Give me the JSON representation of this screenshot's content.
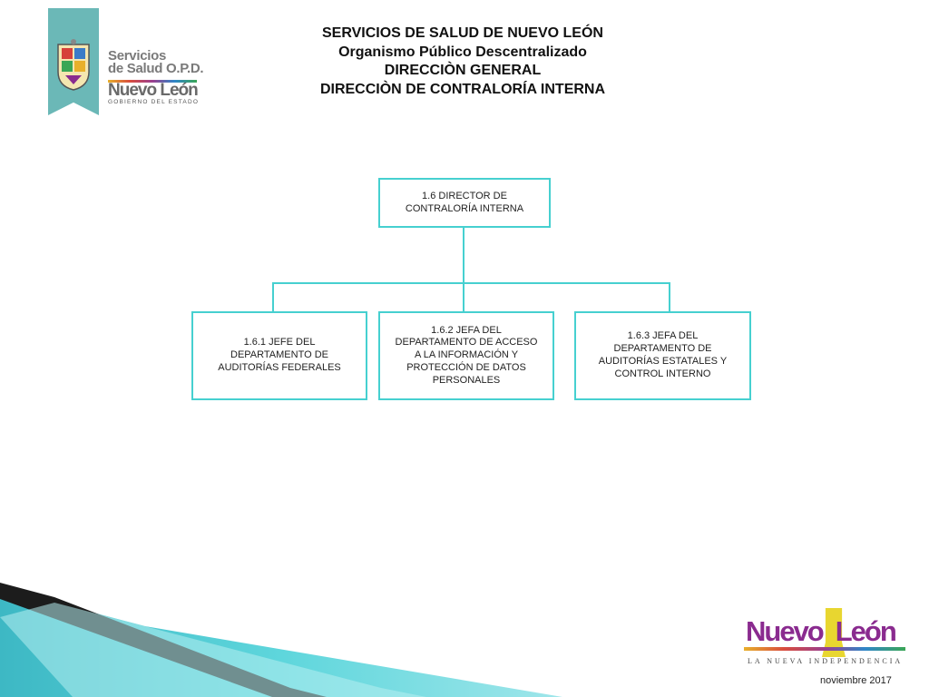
{
  "logo_left": {
    "line1": "Servicios",
    "line2": "de Salud O.P.D.",
    "line3": "Nuevo León",
    "line4": "GOBIERNO DEL ESTADO"
  },
  "header": {
    "line1": "SERVICIOS DE SALUD DE NUEVO LEÓN",
    "line2": "Organismo Público Descentralizado",
    "line3": "DIRECCIÒN GENERAL",
    "line4": "DIRECCIÒN DE CONTRALORÍA INTERNA"
  },
  "org_chart": {
    "top": {
      "label": "1.6 DIRECTOR DE\nCONTRALORÍA INTERNA"
    },
    "children": [
      {
        "label": "1.6.1 JEFE DEL\nDEPARTAMENTO DE\nAUDITORÍAS FEDERALES"
      },
      {
        "label": "1.6.2 JEFA DEL\nDEPARTAMENTO DE ACCESO\nA LA INFORMACIÓN Y\nPROTECCIÓN DE DATOS\nPERSONALES"
      },
      {
        "label": "1.6.3 JEFA DEL\nDEPARTAMENTO DE\nAUDITORÍAS ESTATALES Y\nCONTROL INTERNO"
      }
    ]
  },
  "logo_right": {
    "title_a": "Nuevo",
    "title_b": "León",
    "subtitle": "LA NUEVA INDEPENDENCIA"
  },
  "footer": {
    "date": "noviembre 2017"
  },
  "colors": {
    "box_border": "#46d0d0",
    "ribbon": "#6bb8b7",
    "band": "#4fc6d0"
  }
}
